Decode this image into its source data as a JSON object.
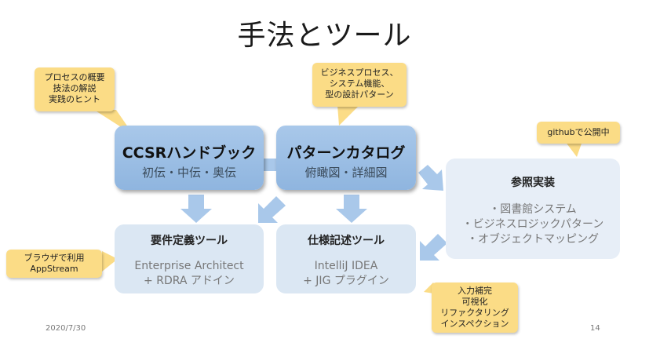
{
  "title": "手法とツール",
  "boxes": {
    "ccsr": {
      "title": "CCSRハンドブック",
      "sub": "初伝・中伝・奥伝"
    },
    "pattern": {
      "title": "パターンカタログ",
      "sub": "俯瞰図・詳細図"
    },
    "ref": {
      "title": "参照実装",
      "items": [
        "・図書館システム",
        "・ビジネスロジックパターン",
        "・オブジェクトマッピング"
      ]
    },
    "req": {
      "title": "要件定義ツール",
      "lines": [
        "Enterprise Architect",
        "+ RDRA アドイン"
      ]
    },
    "spec": {
      "title": "仕様記述ツール",
      "lines": [
        "IntelliJ IDEA",
        "+ JIG プラグイン"
      ]
    }
  },
  "notes": {
    "n1": [
      "プロセスの概要",
      "技法の解説",
      "実践のヒント"
    ],
    "n2": [
      "ビジネスプロセス、",
      "システム機能、",
      "型の設計パターン"
    ],
    "n3": [
      "githubで公開中"
    ],
    "n4": [
      "ブラウザで利用",
      "AppStream"
    ],
    "n5": [
      "入力補完",
      "可視化",
      "リファクタリング",
      "インスペクション"
    ]
  },
  "footer": {
    "date": "2020/7/30",
    "page": "14"
  },
  "colors": {
    "dark_box": "#9bbde3",
    "light_box": "#dbe7f3",
    "note": "#fbdc86",
    "arrow": "#a9c8ea"
  }
}
